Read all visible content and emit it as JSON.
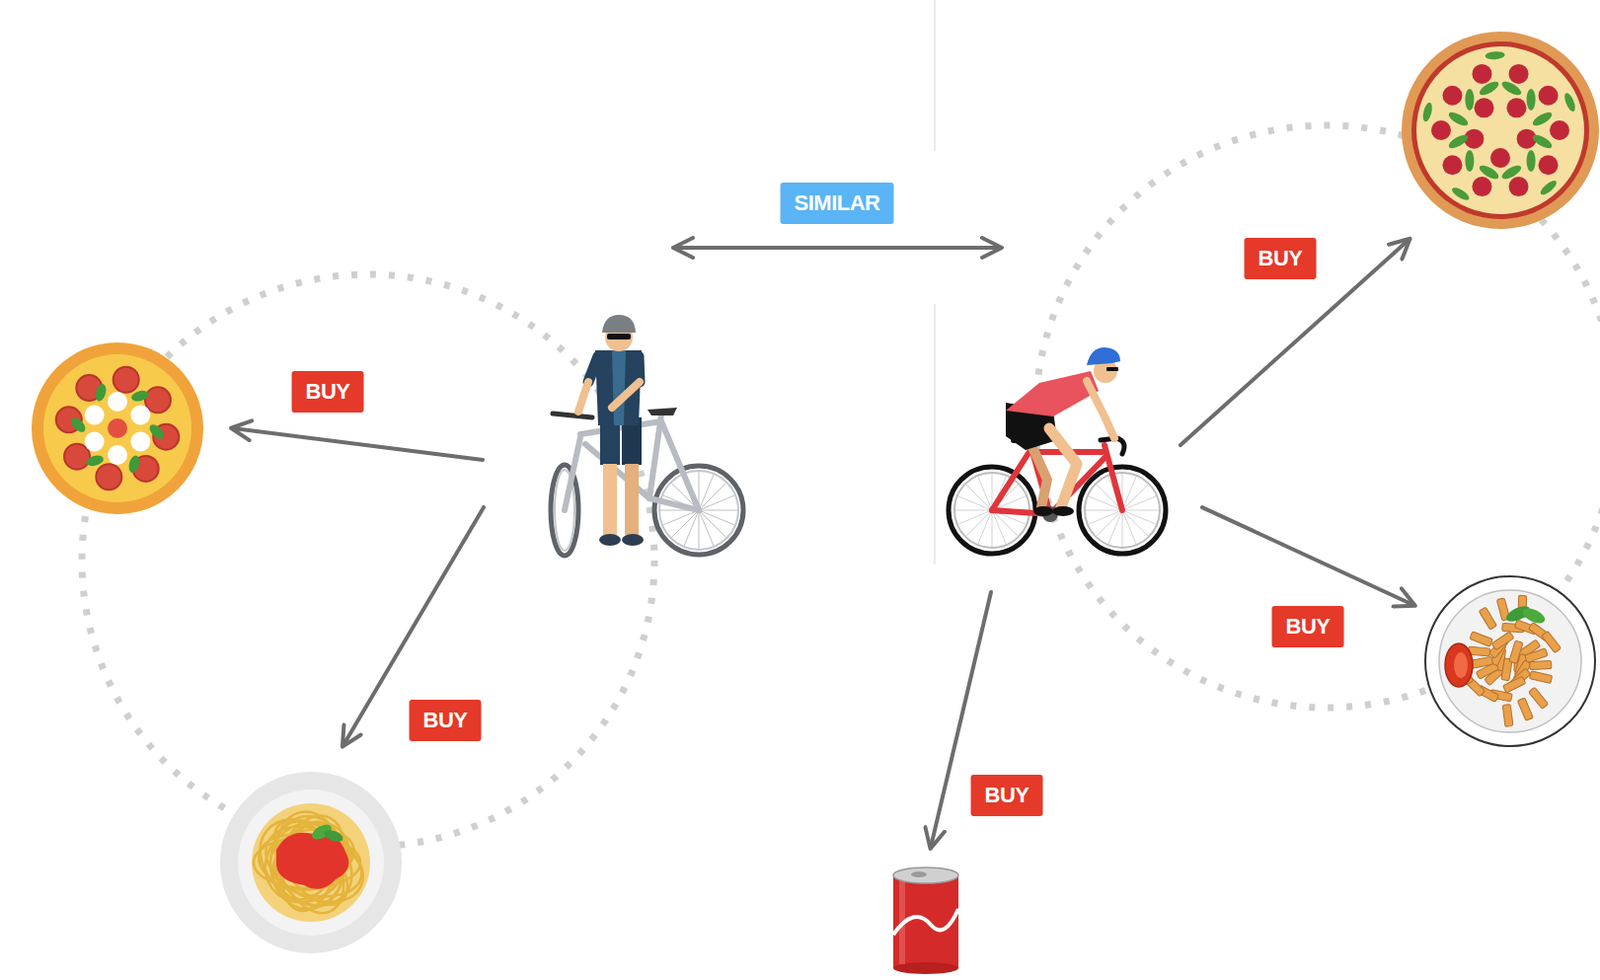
{
  "diagram": {
    "nodes": [
      {
        "text": []
      },
      {
        "text": []
      },
      {
        "text": []
      },
      {
        "text": []
      },
      {
        "text": []
      },
      {
        "text": []
      },
      {
        "text": []
      }
    ],
    "edges": [
      {
        "from": 0,
        "to": 3,
        "label": "SIMILAR",
        "arrow": "both"
      },
      {
        "from": 0,
        "to": 1,
        "label": "BUY",
        "arrow": "to"
      },
      {
        "from": 0,
        "to": 2,
        "label": "BUY",
        "arrow": "to"
      },
      {
        "from": 3,
        "to": 4,
        "label": "BUY",
        "arrow": "to"
      },
      {
        "from": 3,
        "to": 5,
        "label": "BUY",
        "arrow": "to"
      },
      {
        "from": 3,
        "to": 6,
        "label": "BUY",
        "arrow": "to"
      }
    ]
  }
}
